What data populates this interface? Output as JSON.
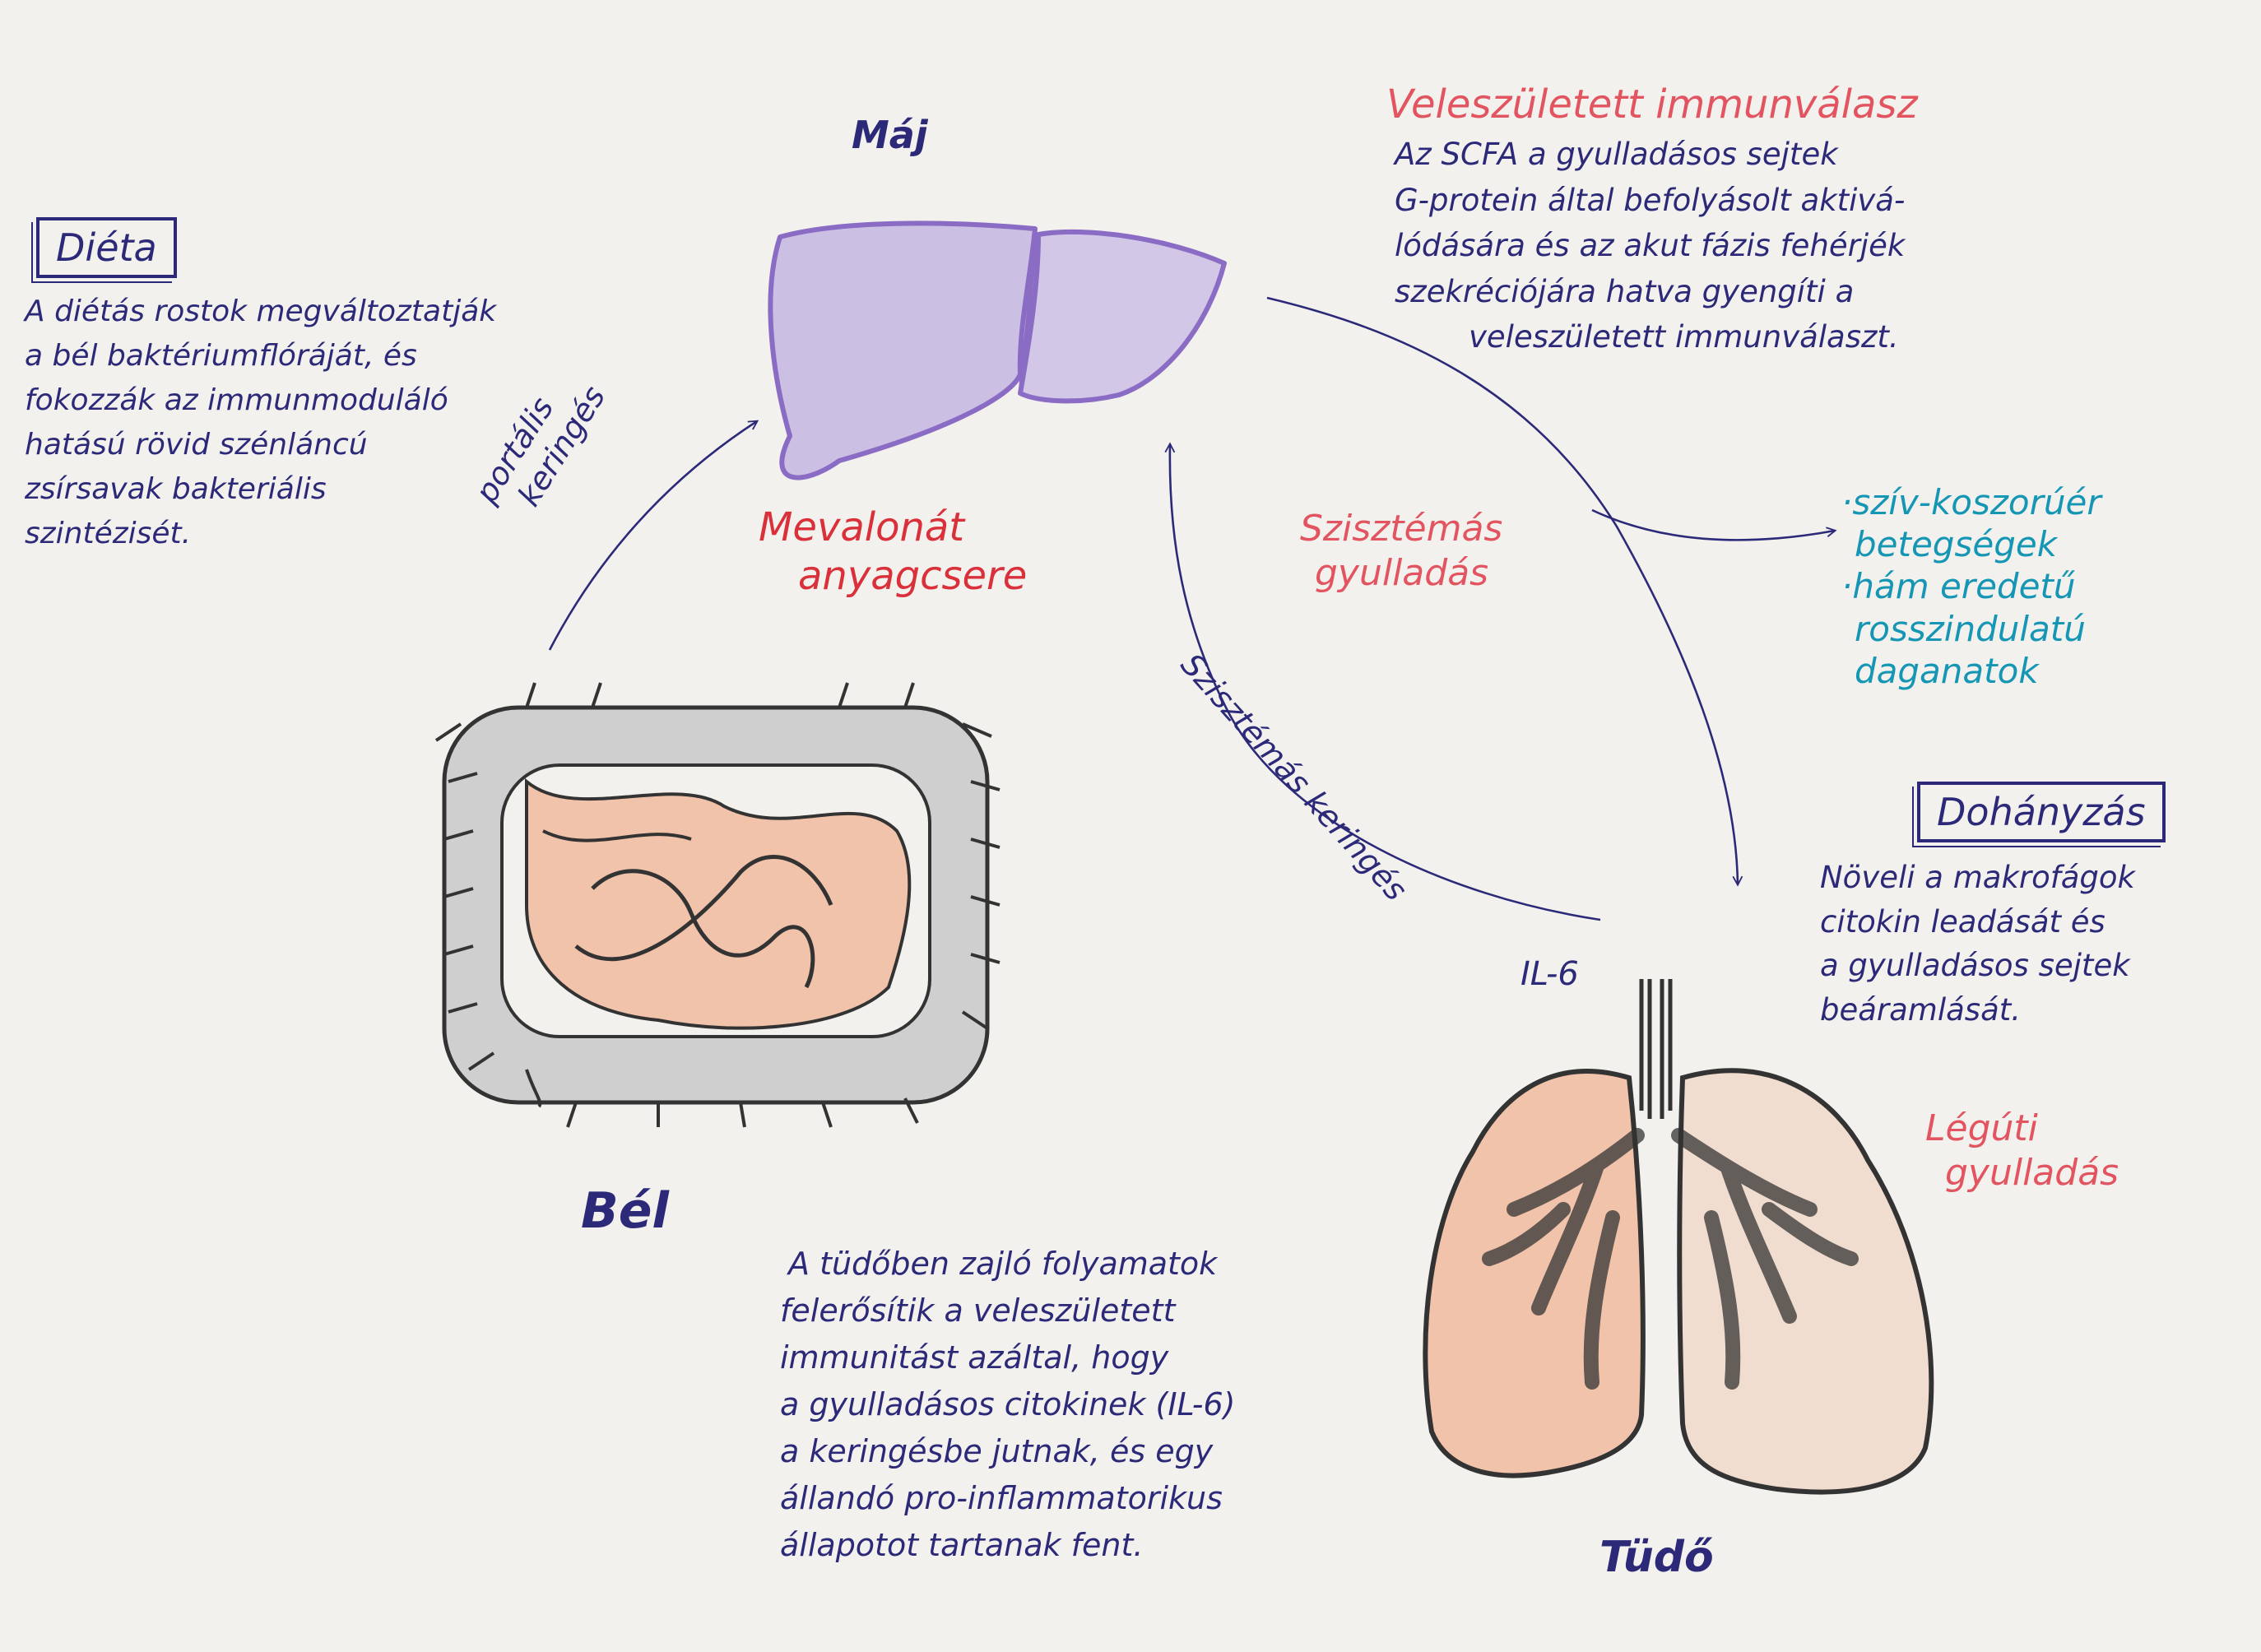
{
  "colors": {
    "paper": "#f3f1ee",
    "ink_blue": "#2c2a78",
    "ink_red": "#d9303a",
    "ink_pink": "#e25560",
    "ink_teal": "#1596b4",
    "liver_fill": "#cbbfe3",
    "liver_stroke": "#8a6cc4",
    "organ_fill": "#f1c3ab",
    "gray_fill": "#bdbdbd"
  },
  "labels": {
    "maj": "Máj",
    "bel": "Bél",
    "tudo": "Tüdő",
    "mevalonat": [
      "Mevalonát",
      "anyagcsere"
    ],
    "portalis": [
      "portális",
      "keringés"
    ],
    "szisztemas_gyulladas": [
      "Szisztémás",
      "gyulladás"
    ],
    "szisztemas_keringes": "Szisztémás keringés",
    "il6": "IL-6",
    "leguti": [
      "Légúti",
      "gyulladás"
    ]
  },
  "dieta": {
    "title": "Diéta",
    "lines": [
      "A diétás rostok megváltoztatják",
      "a bél baktériumflóráját, és",
      "fokozzák az immunmoduláló",
      "hatású rövid szénláncú",
      "zsírsavak bakteriális",
      "szintézisét."
    ]
  },
  "veleszuletett": {
    "title": "Veleszületett immunválasz",
    "lines": [
      "Az SCFA a gyulladásos sejtek",
      "G-protein által befolyásolt aktivá-",
      "lódására és az akut fázis fehérjék",
      "szekréciójára hatva gyengíti a",
      "veleszületett immunválaszt."
    ]
  },
  "diseases": [
    "·szív-koszorúér",
    "betegségek",
    "·hám eredetű",
    "rosszindulatú",
    "daganatok"
  ],
  "dohanyzas": {
    "title": "Dohányzás",
    "lines": [
      "Növeli a makrofágok",
      "citokin leadását és",
      "a gyulladásos sejtek",
      "beáramlását."
    ]
  },
  "tudo_text": [
    "A tüdőben zajló folyamatok",
    "felerősítik a veleszületett",
    "immunitást azáltal, hogy",
    "a gyulladásos citokinek (IL-6)",
    "a keringésbe jutnak, és egy",
    "állandó pro-inflammatorikus",
    "állapotot tartanak fent."
  ]
}
